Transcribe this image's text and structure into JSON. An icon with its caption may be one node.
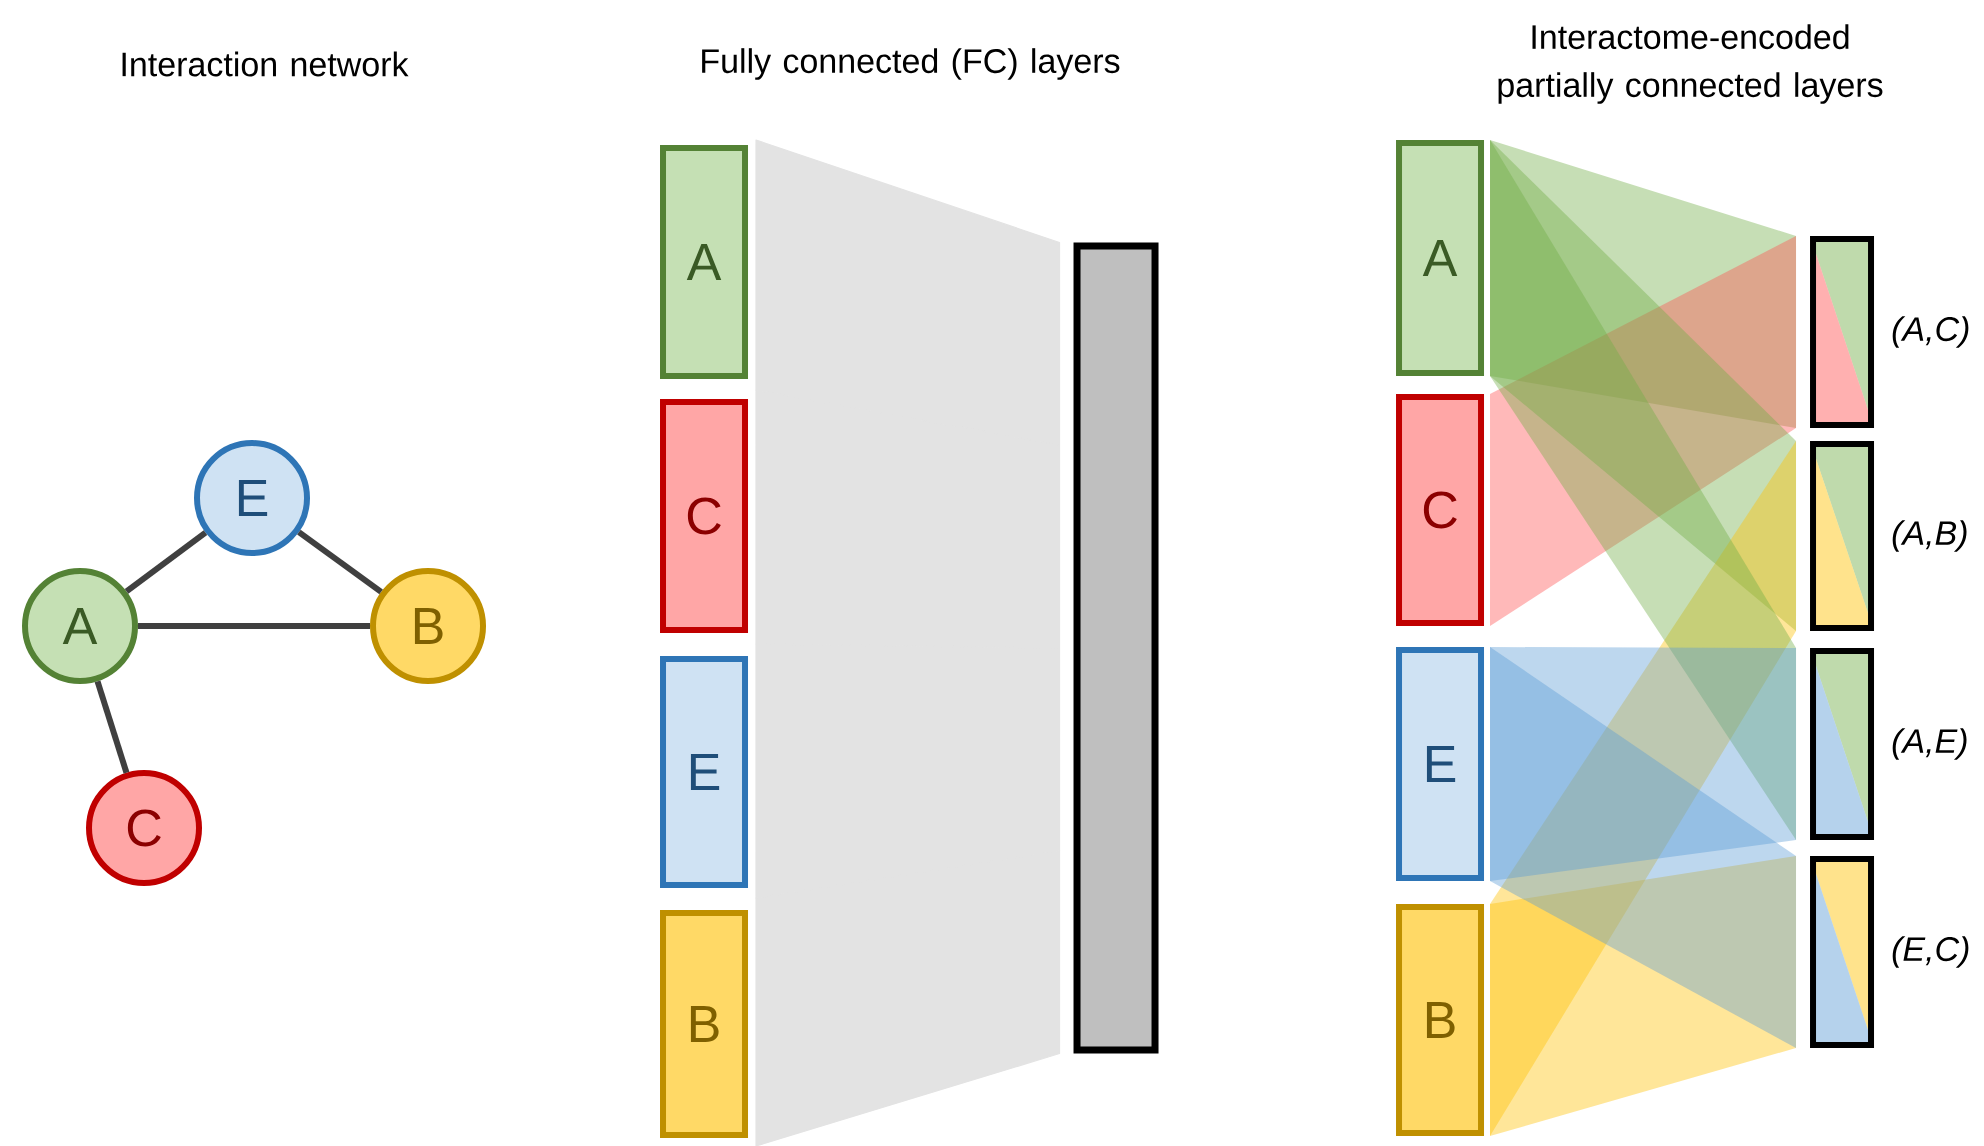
{
  "diagram": {
    "nodes": [
      {
        "text": [
          "A"
        ]
      },
      {
        "text": [
          "E"
        ]
      },
      {
        "text": [
          "B"
        ]
      },
      {
        "text": [
          "C"
        ]
      },
      {
        "text": [
          "A"
        ]
      },
      {
        "text": [
          "C"
        ]
      },
      {
        "text": [
          "E"
        ]
      },
      {
        "text": [
          "B"
        ]
      },
      {
        "text": [],
        "shape": "bar"
      },
      {
        "text": [
          "A"
        ]
      },
      {
        "text": [
          "C"
        ]
      },
      {
        "text": [
          "E"
        ]
      },
      {
        "text": [
          "B"
        ]
      },
      {
        "text": [],
        "shape": "bar",
        "beside": [
          "(A,C)"
        ]
      },
      {
        "text": [],
        "shape": "bar",
        "beside": [
          "(A,B)"
        ]
      },
      {
        "text": [],
        "shape": "bar",
        "beside": [
          "(A,E)"
        ]
      },
      {
        "text": [],
        "shape": "bar",
        "beside": [
          "(E,C)"
        ]
      }
    ],
    "edges": [
      {
        "from": 0,
        "to": 1,
        "arrow": "none"
      },
      {
        "from": 1,
        "to": 2,
        "arrow": "none"
      },
      {
        "from": 0,
        "to": 2,
        "arrow": "none"
      },
      {
        "from": 0,
        "to": 3,
        "arrow": "none"
      },
      {
        "from": 4,
        "to": 8,
        "arrow": "none",
        "color": "#e3e3e3"
      },
      {
        "from": 5,
        "to": 8,
        "arrow": "none",
        "color": "#e3e3e3"
      },
      {
        "from": 6,
        "to": 8,
        "arrow": "none",
        "color": "#e3e3e3"
      },
      {
        "from": 7,
        "to": 8,
        "arrow": "none",
        "color": "#e3e3e3"
      },
      {
        "from": 9,
        "to": 13,
        "arrow": "none",
        "color": "#70ad47"
      },
      {
        "from": 10,
        "to": 13,
        "arrow": "none",
        "color": "#ff5050"
      },
      {
        "from": 9,
        "to": 14,
        "arrow": "none",
        "color": "#70ad47"
      },
      {
        "from": 12,
        "to": 14,
        "arrow": "none",
        "color": "#ffc000"
      },
      {
        "from": 9,
        "to": 15,
        "arrow": "none",
        "color": "#70ad47"
      },
      {
        "from": 11,
        "to": 15,
        "arrow": "none",
        "color": "#5b9bd5"
      },
      {
        "from": 12,
        "to": 16,
        "arrow": "none",
        "color": "#ffc000"
      },
      {
        "from": 11,
        "to": 16,
        "arrow": "none",
        "color": "#5b9bd5"
      }
    ],
    "labels": [
      "Interaction network",
      "Fully connected (FC) layers",
      "Interactome-encoded partially connected layers"
    ]
  }
}
